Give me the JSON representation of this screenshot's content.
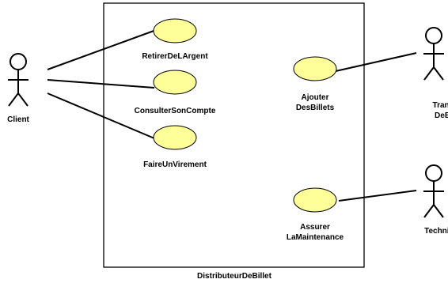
{
  "system": {
    "name": "DistributeurDeBillet"
  },
  "colors": {
    "usecase_fill": "#ffff99",
    "stroke": "#000000",
    "background": "#ffffff"
  },
  "actors": [
    {
      "id": "client",
      "label": "Client"
    },
    {
      "id": "transporteur",
      "label": "Transpo\nDeBille"
    },
    {
      "id": "technicien",
      "label": "Technici"
    }
  ],
  "use_cases": [
    {
      "id": "retirer",
      "label": "RetirerDeLArgent"
    },
    {
      "id": "consulter",
      "label": "ConsulterSonCompte"
    },
    {
      "id": "virement",
      "label": "FaireUnVirement"
    },
    {
      "id": "ajouter",
      "label": "Ajouter\nDesBillets"
    },
    {
      "id": "maintenance",
      "label": "Assurer\nLaMaintenance"
    }
  ],
  "associations": [
    {
      "from": "client",
      "to": "retirer"
    },
    {
      "from": "client",
      "to": "consulter"
    },
    {
      "from": "client",
      "to": "virement"
    },
    {
      "from": "transporteur",
      "to": "ajouter"
    },
    {
      "from": "technicien",
      "to": "maintenance"
    }
  ]
}
